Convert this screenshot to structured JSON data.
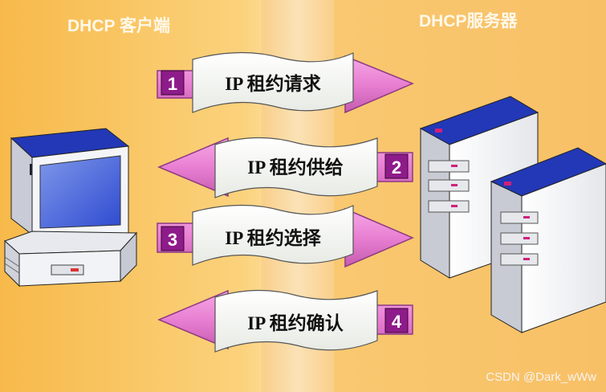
{
  "client_title": "DHCP 客户端",
  "server_title": "DHCP服务器",
  "steps": [
    {
      "number": "1",
      "label": "IP 租约请求",
      "direction": "to-server"
    },
    {
      "number": "2",
      "label": "IP 租约供给",
      "direction": "to-client"
    },
    {
      "number": "3",
      "label": "IP 租约选择",
      "direction": "to-server"
    },
    {
      "number": "4",
      "label": "IP 租约确认",
      "direction": "to-client"
    }
  ],
  "watermark": "CSDN @Dark_wWw",
  "colors": {
    "arrow": "#e97fd2",
    "badge": "#8e1b8a",
    "scroll": "#f4f6f2"
  }
}
